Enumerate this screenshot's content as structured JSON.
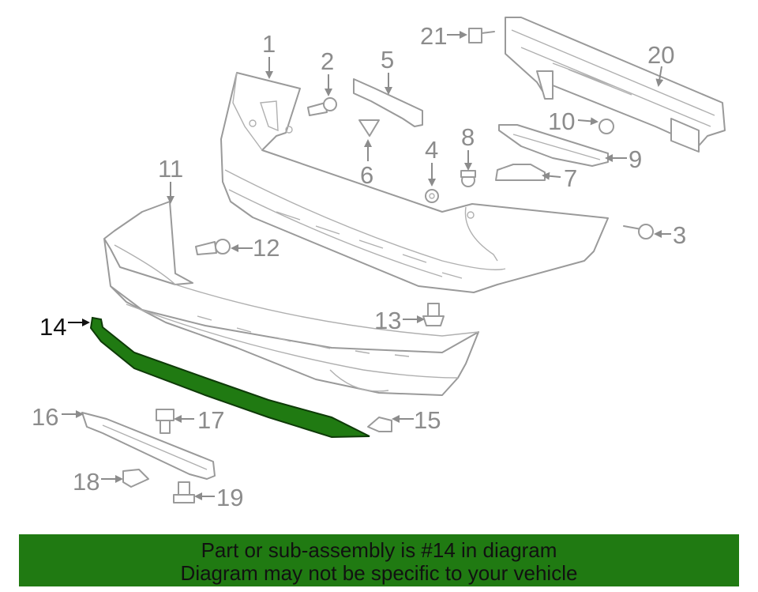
{
  "diagram": {
    "callouts": [
      "1",
      "2",
      "3",
      "4",
      "5",
      "6",
      "7",
      "8",
      "9",
      "10",
      "11",
      "12",
      "13",
      "14",
      "15",
      "16",
      "17",
      "18",
      "19",
      "20",
      "21"
    ],
    "highlighted_part": "14",
    "highlight_color": "#207a12",
    "line_color": "#9a9a9a"
  },
  "banner": {
    "line1": "Part or sub-assembly is #14 in diagram",
    "line2": "Diagram may not be specific to your vehicle",
    "background": "#207a12"
  }
}
